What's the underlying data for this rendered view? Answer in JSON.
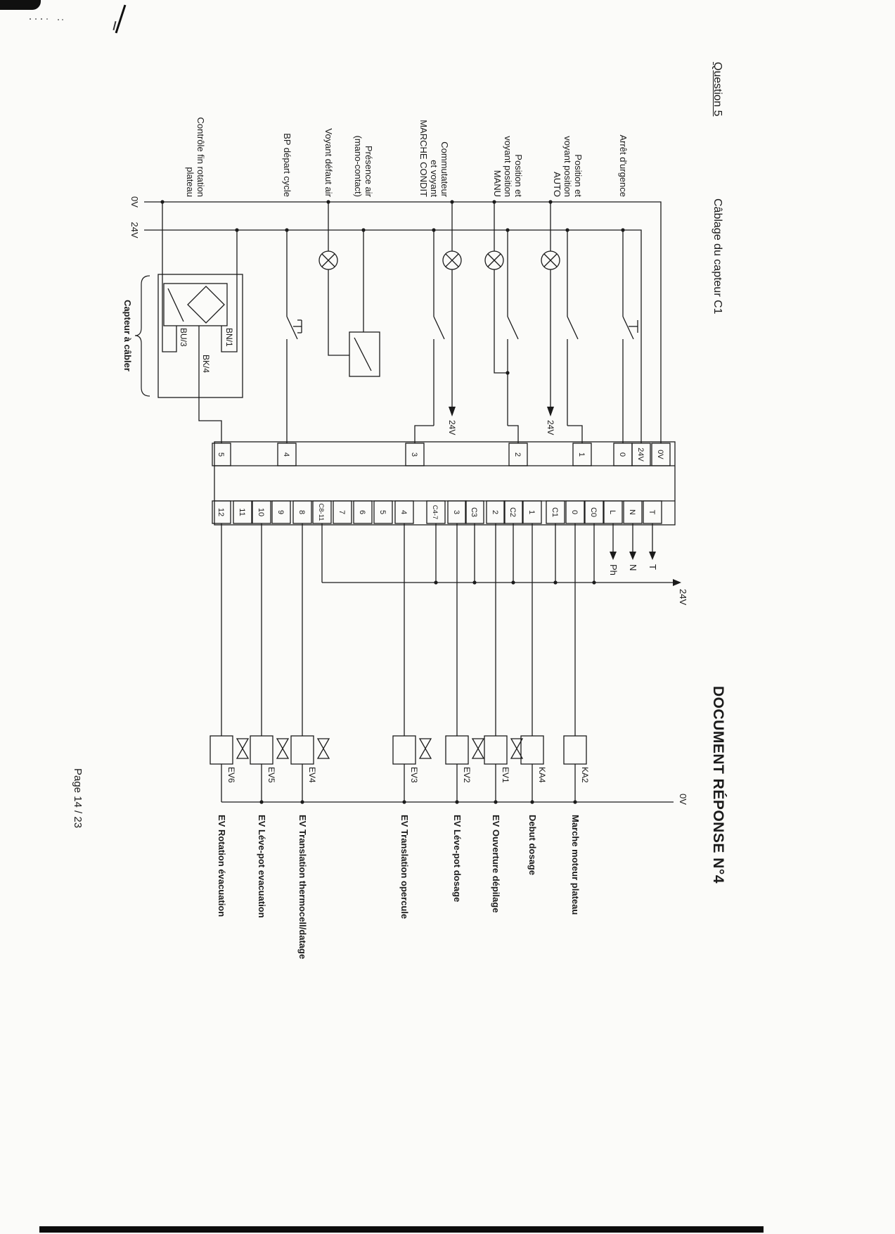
{
  "header": {
    "question": "Question 5",
    "subtitle": "Câblage du capteur C1",
    "document_title": "DOCUMENT RÉPONSE N°4",
    "page_number": "Page 14 / 23"
  },
  "rails": {
    "ov_label": "0V",
    "v24_label": "24V"
  },
  "inputs": [
    {
      "label": "Arrêt d'urgence"
    },
    {
      "label": "Position et\nvoyant position\nAUTO"
    },
    {
      "label": "Position et\nvoyant position\nMANU"
    },
    {
      "label": "Commutateur\net voyant\nMARCHE CONDIT"
    },
    {
      "label": "Présence air\n(mano-contact)"
    },
    {
      "label": "Voyant défaut air"
    },
    {
      "label": "BP départ cycle"
    },
    {
      "label": "Contrôle fin rotation\nplateau"
    }
  ],
  "annotations": {
    "auto_lamp_feed": "24V",
    "marche_lamp_feed": "24V"
  },
  "sensor": {
    "caption": "Capteur à câbler",
    "bn": "BN/1",
    "bu": "BU/3",
    "bk": "BK/4"
  },
  "module": {
    "input_terminals": [
      "0V",
      "24V",
      "0",
      "1",
      "2",
      "3",
      "4",
      "5"
    ],
    "output_terminals": [
      "T",
      "N",
      "L",
      "C0",
      "0",
      "C1",
      "1",
      "C2",
      "2",
      "C3",
      "3",
      "C4-7",
      "4",
      "5",
      "6",
      "7",
      "C8-11",
      "8",
      "9",
      "10",
      "11",
      "12"
    ]
  },
  "power": {
    "t": "T",
    "n": "N",
    "ph": "Ph"
  },
  "buses": {
    "commons_label": "24V",
    "return_label": "0V"
  },
  "outputs": [
    {
      "tag": "KA2",
      "label": "Marche moteur plateau"
    },
    {
      "tag": "KA4",
      "label": "Debut dosage"
    },
    {
      "tag": "EV1",
      "label": "EV Ouverture dépilage"
    },
    {
      "tag": "EV2",
      "label": "EV Léve-pot dosage"
    },
    {
      "tag": "EV3",
      "label": "EV Translation opercule"
    },
    {
      "tag": "EV4",
      "label": "EV Translation thermocell/datage"
    },
    {
      "tag": "EV5",
      "label": "EV Léve-pot evacuation"
    },
    {
      "tag": "EV6",
      "label": "EV Rotation évacuation"
    }
  ]
}
